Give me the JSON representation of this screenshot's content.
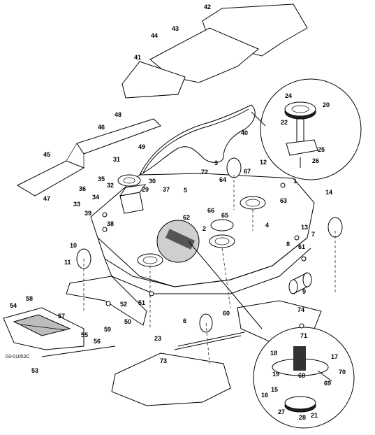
{
  "figure_code": "03-01052C",
  "part_labels": [
    "1",
    "2",
    "3",
    "4",
    "5",
    "6",
    "7",
    "8",
    "9",
    "10",
    "11",
    "12",
    "13",
    "14",
    "15",
    "16",
    "17",
    "18",
    "19",
    "20",
    "21",
    "22",
    "23",
    "24",
    "25",
    "26",
    "27",
    "28",
    "29",
    "30",
    "31",
    "32",
    "33",
    "34",
    "35",
    "36",
    "37",
    "38",
    "39",
    "40",
    "41",
    "42",
    "43",
    "44",
    "45",
    "46",
    "47",
    "48",
    "49",
    "50",
    "51",
    "52",
    "53",
    "54",
    "55",
    "56",
    "57",
    "58",
    "59",
    "60",
    "61",
    "62",
    "63",
    "64",
    "65",
    "66",
    "67",
    "68",
    "69",
    "70",
    "71",
    "72",
    "73",
    "74"
  ]
}
